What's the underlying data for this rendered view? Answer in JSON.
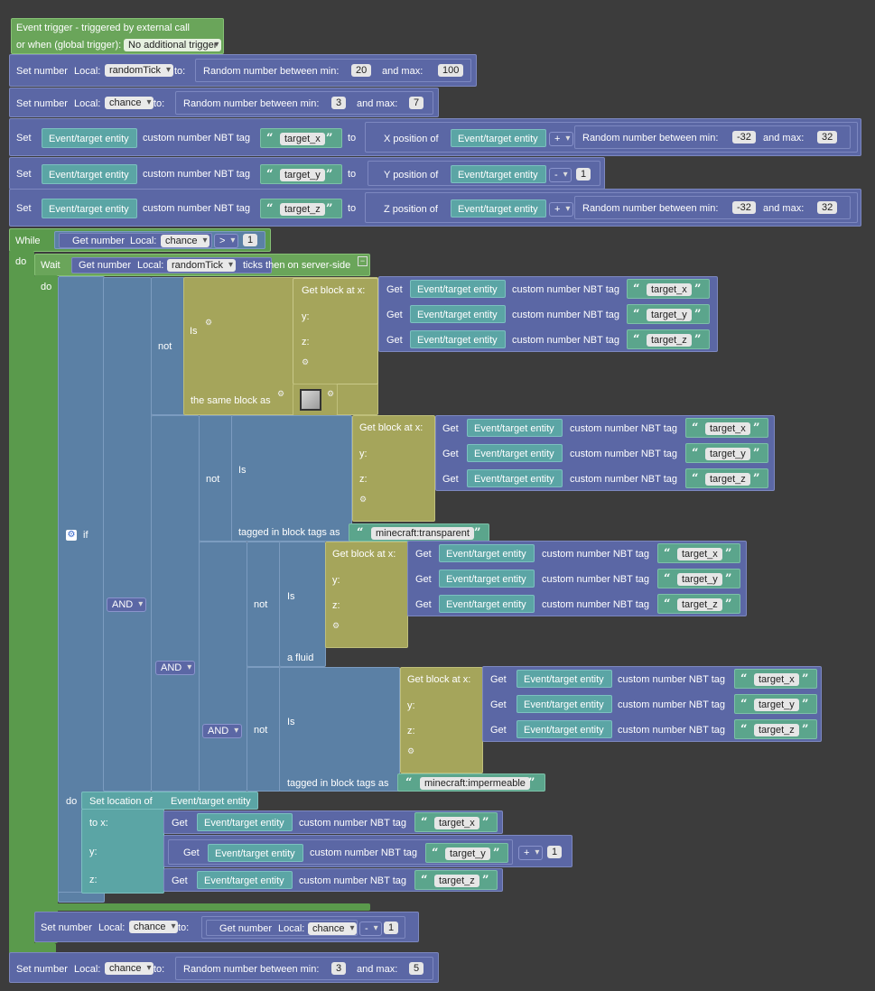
{
  "trigger": {
    "line1": "Event trigger - triggered by external call",
    "line2": "or when (global trigger):",
    "global_trigger": "No additional trigger"
  },
  "labels": {
    "set_number": "Set number",
    "local": "Local:",
    "to": "to:",
    "to_plain": "to",
    "random_between": "Random number between min:",
    "and_max": "and max:",
    "set": "Set",
    "event_target_entity": "Event/target entity",
    "custom_nbt": "custom number NBT tag",
    "x_pos": "X position of",
    "y_pos": "Y position of",
    "z_pos": "Z position of",
    "while": "While",
    "do": "do",
    "get_number": "Get number",
    "wait": "Wait",
    "ticks_then": "ticks then on server-side",
    "if": "if",
    "not": "not",
    "is": "Is",
    "get_block_at": "Get block at x:",
    "y": "y:",
    "z": "z:",
    "get": "Get",
    "same_block_as": "the same block as",
    "tagged_in": "tagged in block tags as",
    "a_fluid": "a fluid",
    "and": "AND",
    "set_location_of": "Set location of",
    "to_x": "to x:"
  },
  "vars": {
    "random_tick": "randomTick",
    "chance": "chance"
  },
  "tags": {
    "target_x": "target_x",
    "target_y": "target_y",
    "target_z": "target_z",
    "transparent": "minecraft:transparent",
    "impermeable": "minecraft:impermeable"
  },
  "ops": {
    "plus": "+",
    "minus": "-",
    "gt": ">"
  },
  "numbers": {
    "rt_min": "20",
    "rt_max": "100",
    "ch_min": "3",
    "ch_max": "7",
    "xz_min": "-32",
    "xz_max": "32",
    "one": "1",
    "ch2_min": "3",
    "ch2_max": "5"
  },
  "colors": {
    "event_block": "#6aa55a",
    "number_block": "#5b67a5",
    "logic_block": "#5b80a5",
    "world_block": "#a5a55b",
    "text_block": "#5ba58c",
    "entity_block": "#5ba5a5"
  }
}
